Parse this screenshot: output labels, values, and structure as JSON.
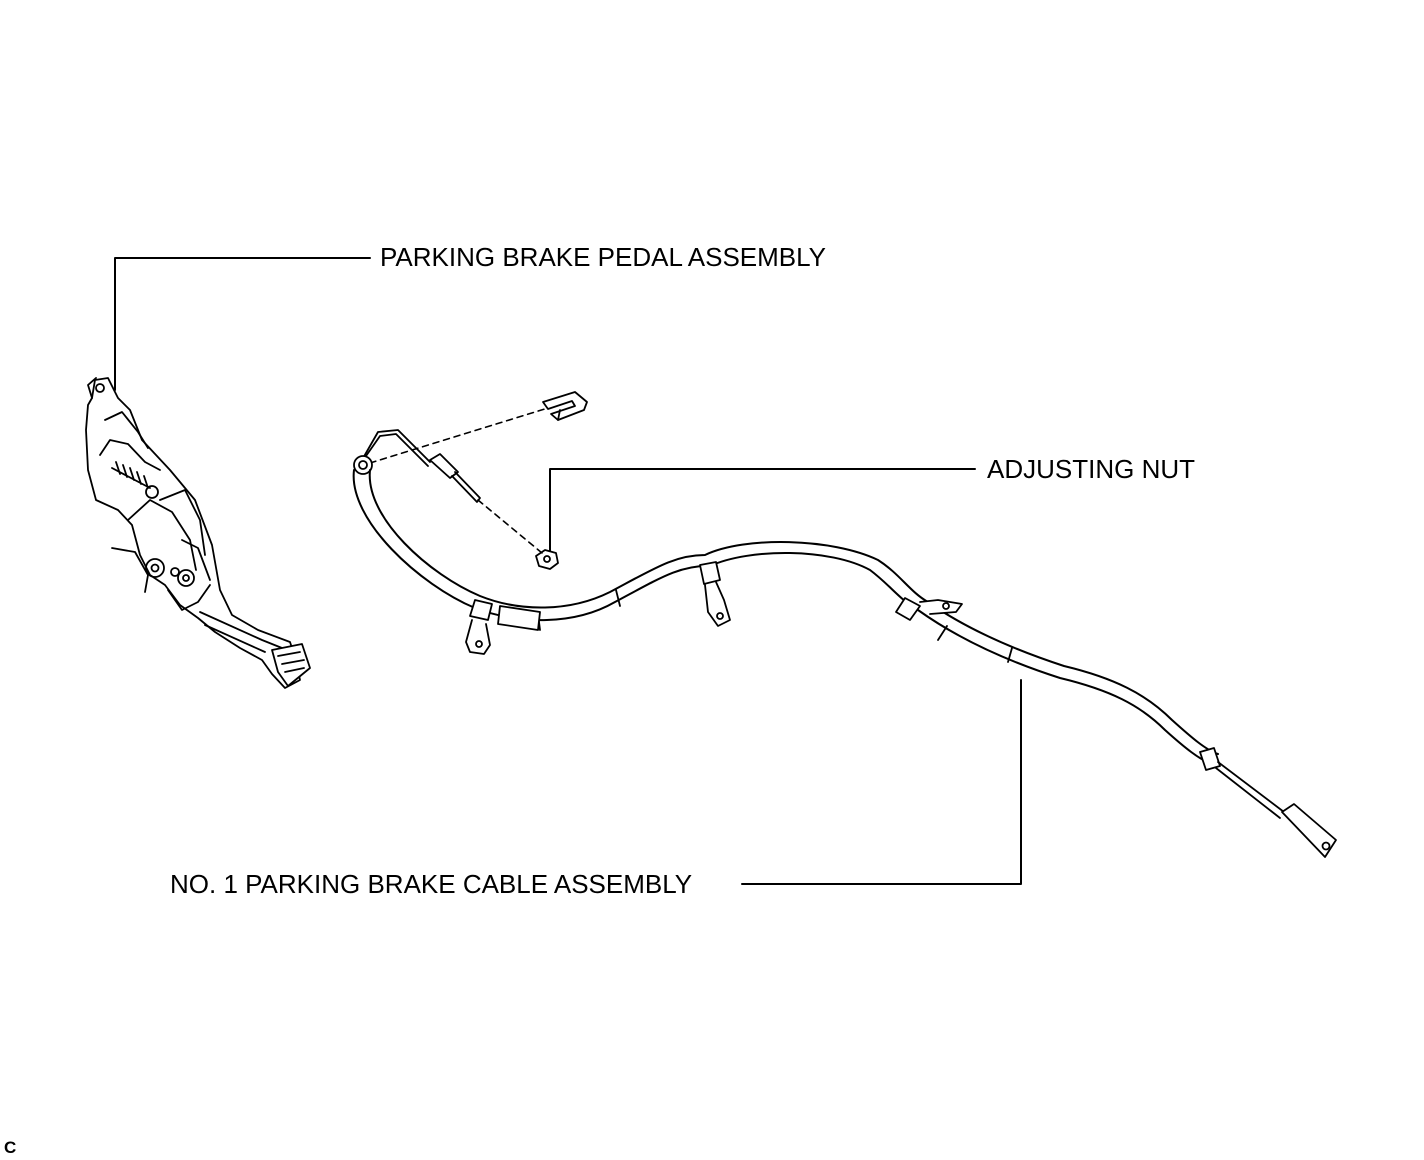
{
  "labels": {
    "pedal": "PARKING BRAKE PEDAL ASSEMBLY",
    "nut": "ADJUSTING NUT",
    "cable": "NO. 1 PARKING BRAKE CABLE ASSEMBLY"
  },
  "corner_code": "C",
  "colors": {
    "ink": "#000000",
    "paper": "#ffffff"
  }
}
